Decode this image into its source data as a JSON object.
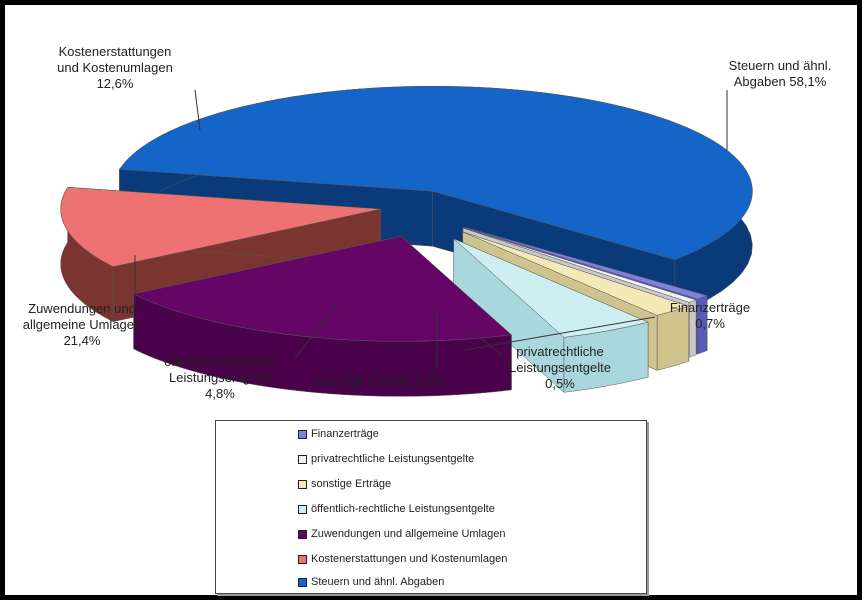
{
  "chart_data": {
    "type": "pie",
    "style": "3d-exploded",
    "title": "",
    "slices": [
      {
        "name": "Steuern und ähnl. Abgaben",
        "value": 58.1,
        "label_line1": "Steuern und ähnl.",
        "label_line2": "Abgaben 58,1%",
        "label_line3": "",
        "color": "#1565c8",
        "side": "#0a3a7a"
      },
      {
        "name": "Finanzerträge",
        "value": 0.7,
        "label_line1": "Finanzerträge",
        "label_line2": "0,7%",
        "label_line3": "",
        "color": "#8080e0",
        "side": "#5a5ab8"
      },
      {
        "name": "privatrechtliche Leistungsentgelte",
        "value": 0.5,
        "label_line1": "privatrechtliche",
        "label_line2": "Leistungsentgelte",
        "label_line3": "0,5%",
        "color": "#f2f2f2",
        "side": "#c8c8c8"
      },
      {
        "name": "sonstige Erträge",
        "value": 2.1,
        "label_line1": "sonstige Erträge 2,1%",
        "label_line2": "",
        "label_line3": "",
        "color": "#f3eab8",
        "side": "#cfc48e"
      },
      {
        "name": "öffentlich-rechtliche Leistungsentgelte",
        "value": 4.8,
        "label_line1": "öffentlich-rechtliche",
        "label_line2": "Leistungsentgelte",
        "label_line3": "4,8%",
        "color": "#cdeff2",
        "side": "#a9d7dc"
      },
      {
        "name": "Zuwendungen und allgemeine Umlagen",
        "value": 21.4,
        "label_line1": "Zuwendungen und",
        "label_line2": "allgemeine  Umlagen",
        "label_line3": "21,4%",
        "color": "#650565",
        "side": "#4a034a"
      },
      {
        "name": "Kostenerstattungen und Kostenumlagen",
        "value": 12.6,
        "label_line1": "Kostenerstattungen",
        "label_line2": "und Kostenumlagen",
        "label_line3": "12,6%",
        "color": "#ee7272",
        "side": "#7a3530"
      }
    ],
    "legend": {
      "position": "bottom",
      "entries": [
        {
          "label": "Finanzerträge",
          "color": "#8080e0"
        },
        {
          "label": "privatrechtliche Leistungsentgelte",
          "color": "#f2f2f2"
        },
        {
          "label": "sonstige Erträge",
          "color": "#f3eab8"
        },
        {
          "label": "öffentlich-rechtliche Leistungsentgelte",
          "color": "#cdeff2"
        },
        {
          "label": "Zuwendungen und allgemeine Umlagen",
          "color": "#650565"
        },
        {
          "label": "Kostenerstattungen und Kostenumlagen",
          "color": "#ee7272"
        },
        {
          "label": "Steuern und ähnl. Abgaben",
          "color": "#1565c8"
        }
      ]
    }
  }
}
